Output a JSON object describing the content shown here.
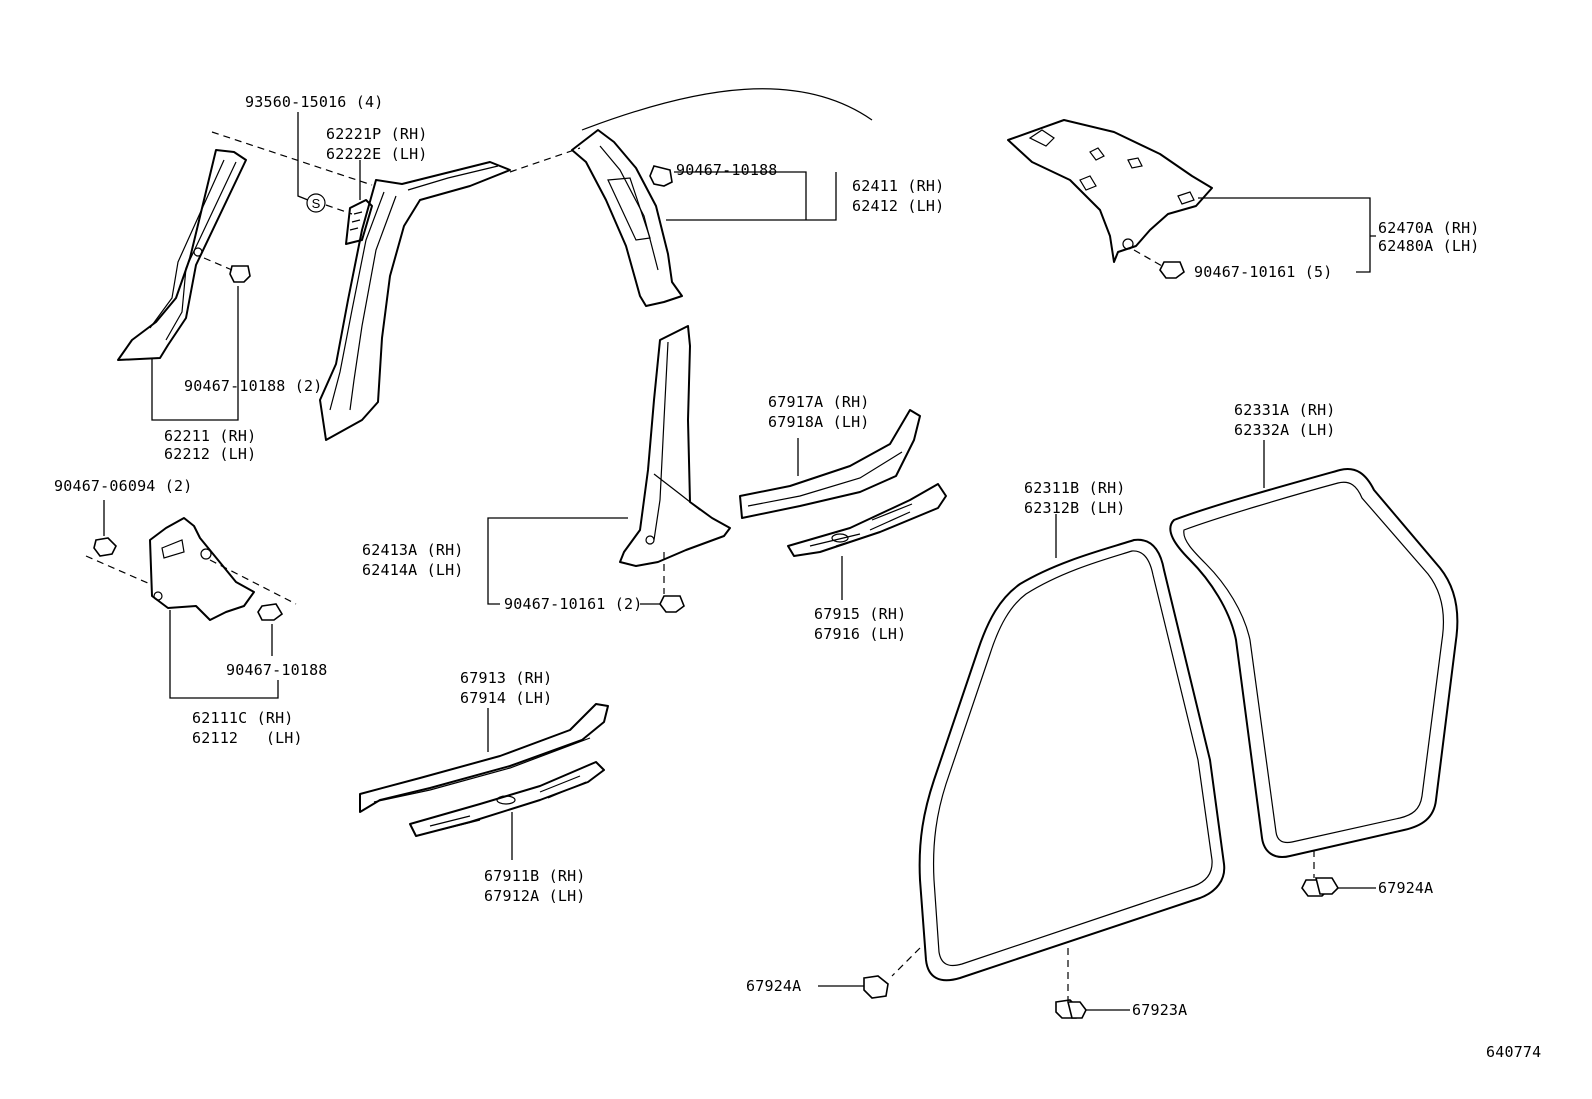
{
  "diagram_number": "640774",
  "labels": {
    "bolt_93560": "93560-15016 (4)",
    "grip_rh": "62221P (RH)",
    "grip_lh": "62222E (LH)",
    "a_pillar_rh": "62211 (RH)",
    "a_pillar_lh": "62212 (LH)",
    "clip_a_pillar": "90467-10188 (2)",
    "clip_b_upper": "90467-10188",
    "b_upper_rh": "62411 (RH)",
    "b_upper_lh": "62412 (LH)",
    "quarter_rh": "62470A (RH)",
    "quarter_lh": "62480A (LH)",
    "clip_quarter": "90467-10161 (5)",
    "clip_06094": "90467-06094 (2)",
    "clip_cowl": "90467-10188",
    "cowl_rh": "62111C (RH)",
    "cowl_lh": "62112   (LH)",
    "b_lower_rh": "62413A (RH)",
    "b_lower_lh": "62414A (LH)",
    "clip_b_lower": "90467-10161 (2)",
    "rear_step_rh": "67917A (RH)",
    "rear_step_lh": "67918A (LH)",
    "rear_plate_rh": "67915 (RH)",
    "rear_plate_lh": "67916 (LH)",
    "front_step_rh": "67913 (RH)",
    "front_step_lh": "67914 (LH)",
    "front_plate_rh": "67911B (RH)",
    "front_plate_lh": "67912A (LH)",
    "front_weather_rh": "62311B (RH)",
    "front_weather_lh": "62312B (LH)",
    "rear_weather_rh": "62331A (RH)",
    "rear_weather_lh": "62332A (LH)",
    "clip_67924_rear": "67924A",
    "clip_67924_front": "67924A",
    "clip_67923": "67923A",
    "screw_symbol": "S"
  }
}
